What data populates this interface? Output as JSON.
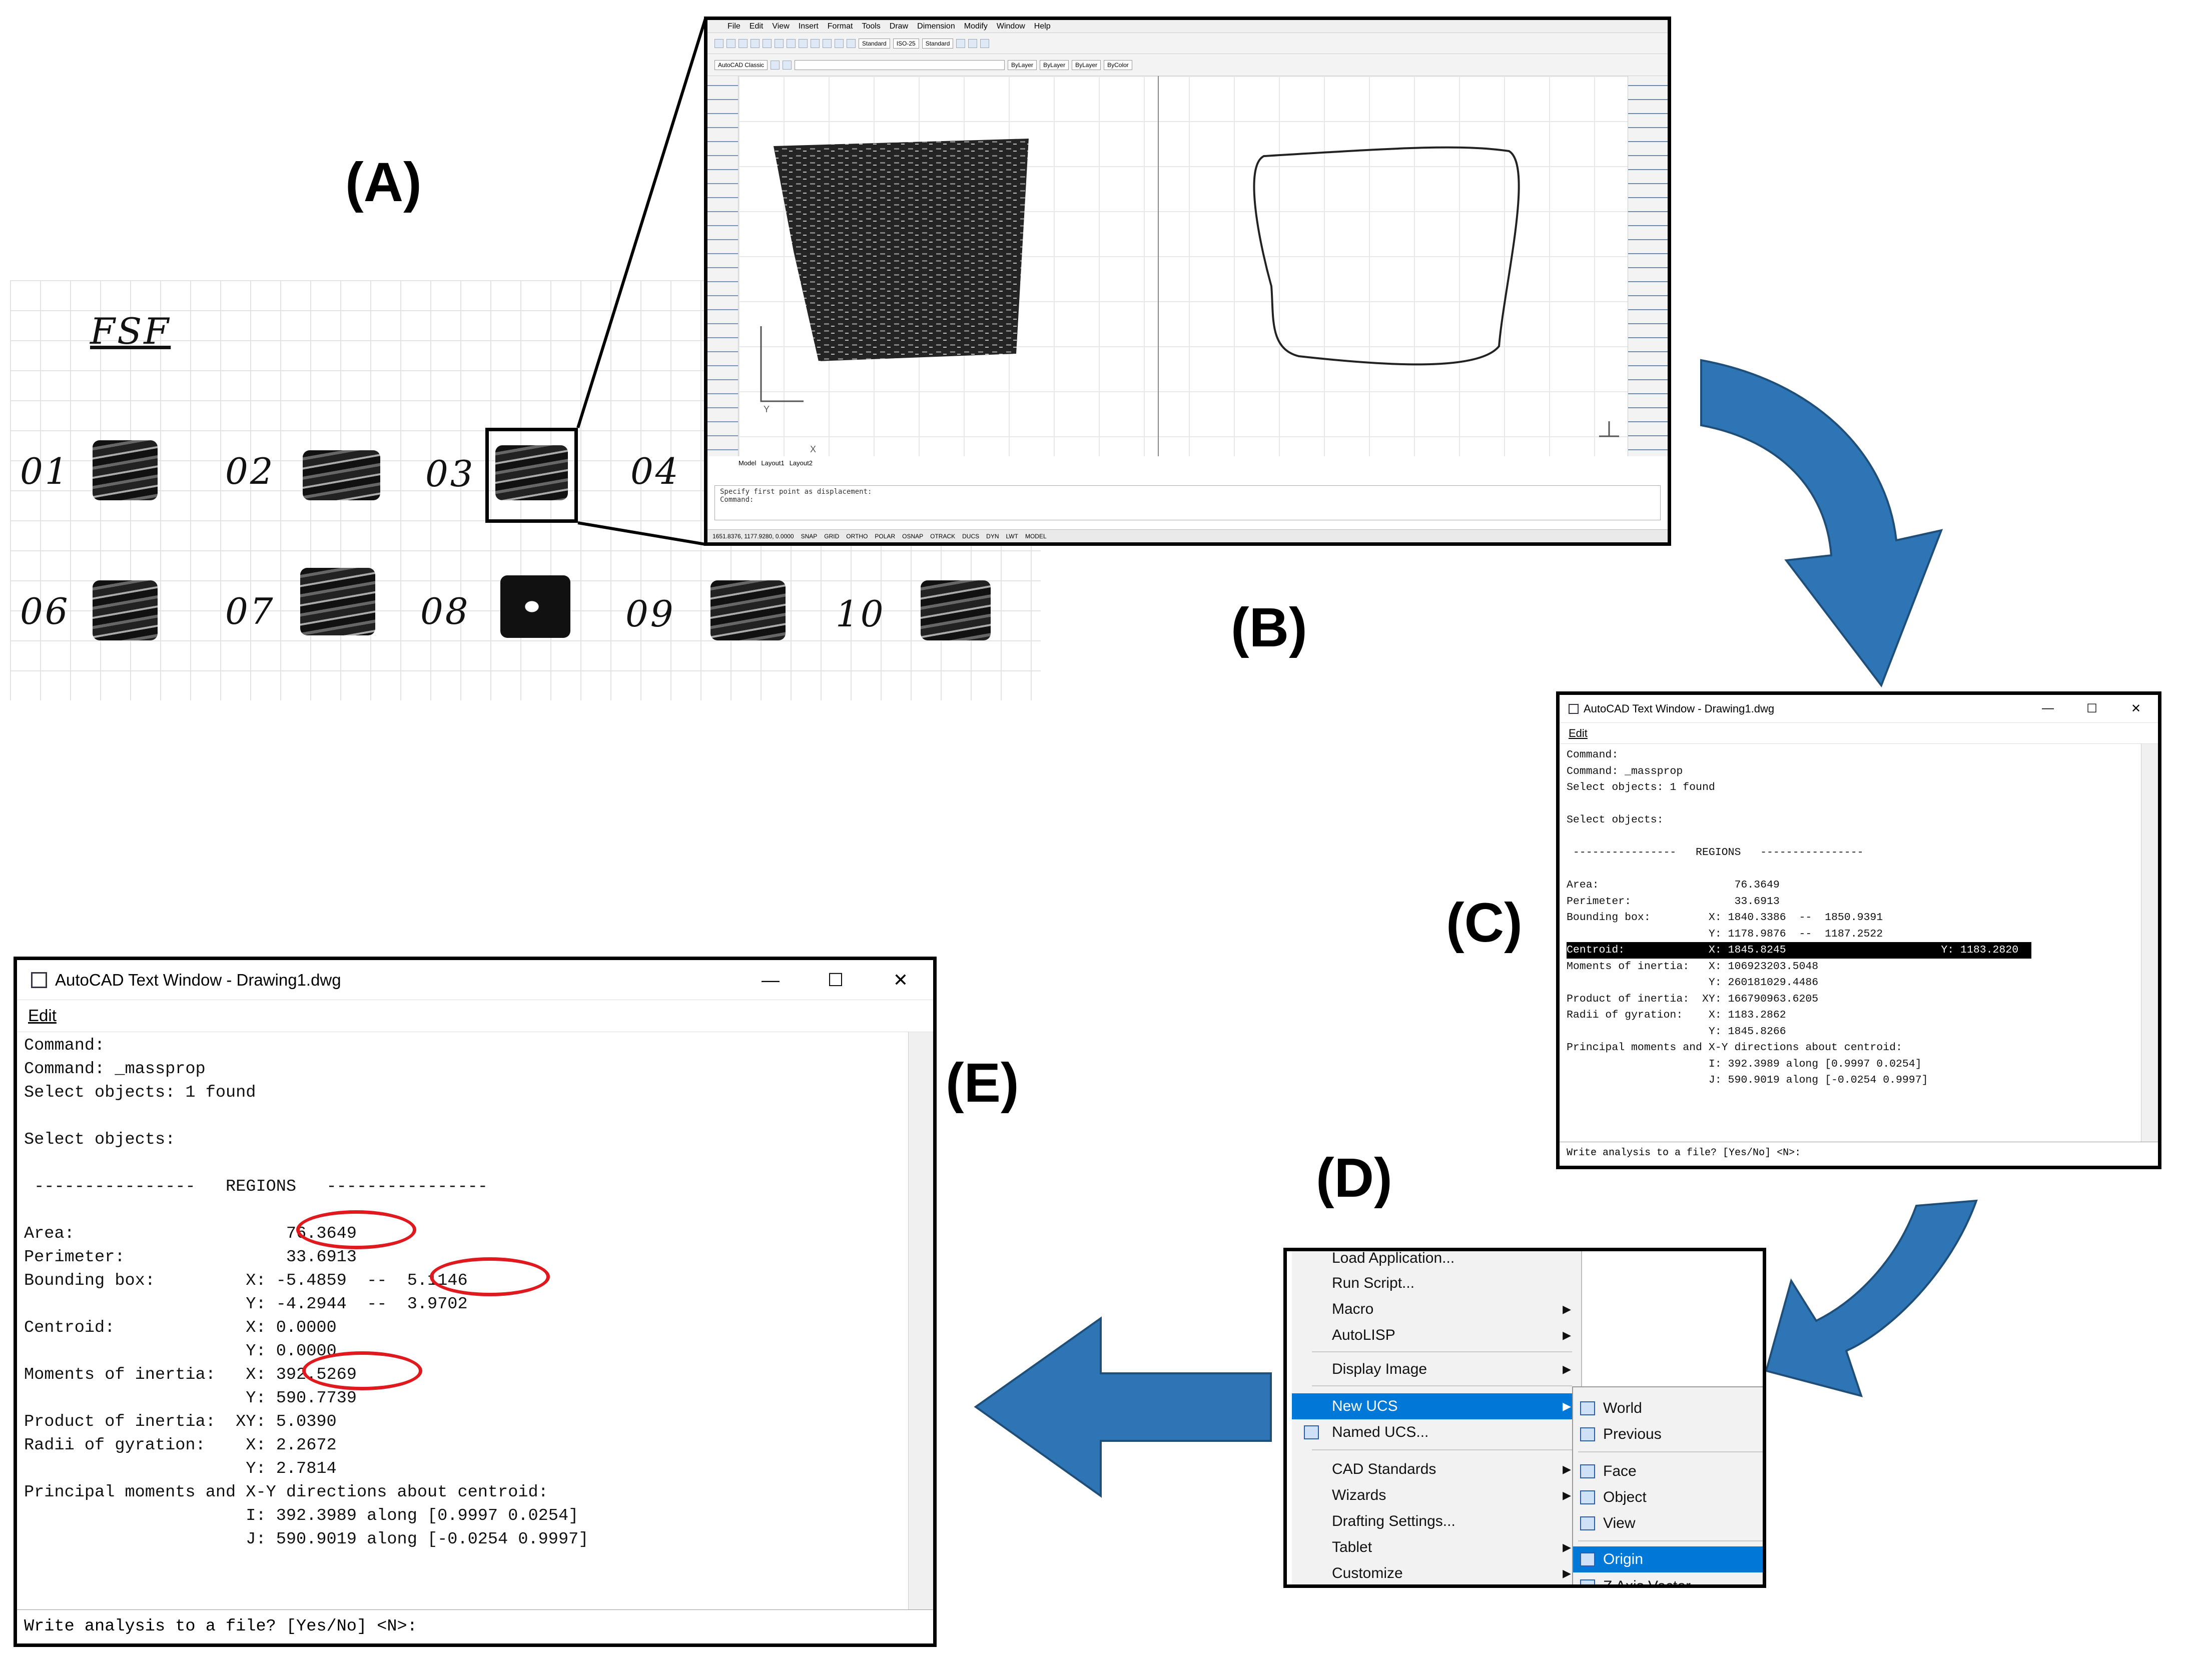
{
  "panel_labels": {
    "a": "(A)",
    "b": "(B)",
    "c": "(C)",
    "d": "(D)",
    "e": "(E)"
  },
  "paper": {
    "header": "FSF",
    "samples": [
      "01",
      "02",
      "03",
      "04",
      "06",
      "07",
      "08",
      "09",
      "10"
    ]
  },
  "acad": {
    "menu": [
      "File",
      "Edit",
      "View",
      "Insert",
      "Format",
      "Tools",
      "Draw",
      "Dimension",
      "Modify",
      "Window",
      "Help"
    ],
    "workspace": "AutoCAD Classic",
    "style1": "Standard",
    "dimstyle": "ISO-25",
    "style2": "Standard",
    "layer1": "ByLayer",
    "layer2": "ByLayer",
    "layer3": "ByLayer",
    "color": "ByColor",
    "tabs": [
      "Model",
      "Layout1",
      "Layout2"
    ],
    "cmd_line1": "Specify first point as displacement:",
    "cmd_line2": "Command:",
    "status_coords": "1651.8376, 1177.9280, 0.0000",
    "status_items": [
      "SNAP",
      "GRID",
      "ORTHO",
      "POLAR",
      "OSNAP",
      "OTRACK",
      "DUCS",
      "DYN",
      "LWT",
      "MODEL"
    ],
    "axis_y": "Y",
    "axis_x": "X"
  },
  "text_window": {
    "title": "AutoCAD Text Window - Drawing1.dwg",
    "menu_edit": "Edit",
    "minimize": "—",
    "maximize": "☐",
    "close": "✕",
    "prompt": "Write analysis to a file? [Yes/No] <N>:"
  },
  "output_c": [
    "Command:",
    "Command: _massprop",
    "Select objects: 1 found",
    "",
    "Select objects:",
    "",
    " ----------------   REGIONS   ----------------",
    "",
    "Area:                     76.3649",
    "Perimeter:                33.6913",
    "Bounding box:         X: 1840.3386  --  1850.9391",
    "                      Y: 1178.9876  --  1187.2522",
    "Centroid:             X: 1845.8245",
    "                      Y: 1183.2820",
    "Moments of inertia:   X: 106923203.5048",
    "                      Y: 260181029.4486",
    "Product of inertia:  XY: 166790963.6205",
    "Radii of gyration:    X: 1183.2862",
    "                      Y: 1845.8266",
    "Principal moments and X-Y directions about centroid:",
    "                      I: 392.3989 along [0.9997 0.0254]",
    "                      J: 590.9019 along [-0.0254 0.9997]"
  ],
  "output_e": [
    "Command:",
    "Command: _massprop",
    "Select objects: 1 found",
    "",
    "Select objects:",
    "",
    " ----------------   REGIONS   ----------------",
    "",
    "Area:                     76.3649",
    "Perimeter:                33.6913",
    "Bounding box:         X: -5.4859  --  5.1146",
    "                      Y: -4.2944  --  3.9702",
    "Centroid:             X: 0.0000",
    "                      Y: 0.0000",
    "Moments of inertia:   X: 392.5269",
    "                      Y: 590.7739",
    "Product of inertia:  XY: 5.0390",
    "Radii of gyration:    X: 2.2672",
    "                      Y: 2.7814",
    "Principal moments and X-Y directions about centroid:",
    "                      I: 392.3989 along [0.9997 0.0254]",
    "                      J: 590.9019 along [-0.0254 0.9997]"
  ],
  "menu_d": {
    "items": [
      "Load Application...",
      "Run Script...",
      "Macro",
      "AutoLISP",
      "Display Image",
      "New UCS",
      "Named UCS...",
      "CAD Standards",
      "Wizards",
      "Drafting Settings...",
      "Tablet",
      "Customize"
    ],
    "sub": [
      "World",
      "Previous",
      "Face",
      "Object",
      "View",
      "Origin",
      "Z Axis Vector"
    ]
  },
  "colors": {
    "arrow": "#2e75b6",
    "highlight": "#0078d7",
    "ring": "#e0191f"
  }
}
